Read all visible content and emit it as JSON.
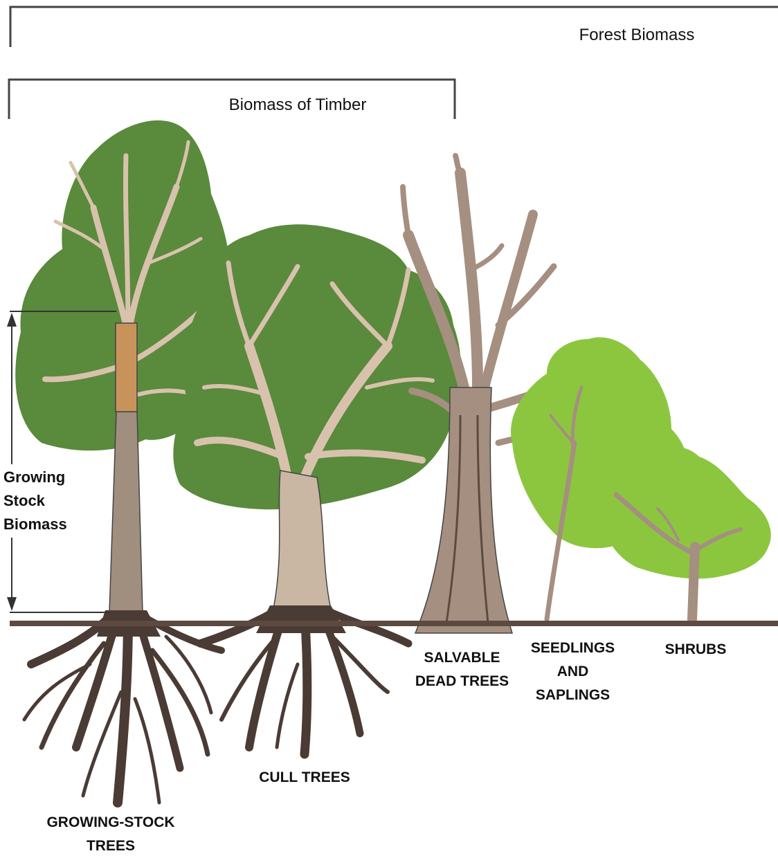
{
  "brackets": {
    "forest": "Forest Biomass",
    "timber": "Biomass of Timber"
  },
  "measure_label": [
    "Growing",
    "Stock",
    "Biomass"
  ],
  "categories": {
    "growing_stock": [
      "GROWING-STOCK",
      "TREES"
    ],
    "cull": [
      "CULL TREES"
    ],
    "salvable": [
      "SALVABLE",
      "DEAD TREES"
    ],
    "seedlings": [
      "SEEDLINGS",
      "AND",
      "SAPLINGS"
    ],
    "shrubs": [
      "SHRUBS"
    ]
  },
  "colors": {
    "dark_foliage": "#5a8a3c",
    "light_foliage": "#8cc63f",
    "growing_trunk": "#a08e7e",
    "timber_section": "#c8935a",
    "cull_trunk": "#c9b7a3",
    "dead_wood": "#a58f80",
    "roots": "#4a3b34",
    "ground": "#5c4a40",
    "lines": "#333333"
  }
}
